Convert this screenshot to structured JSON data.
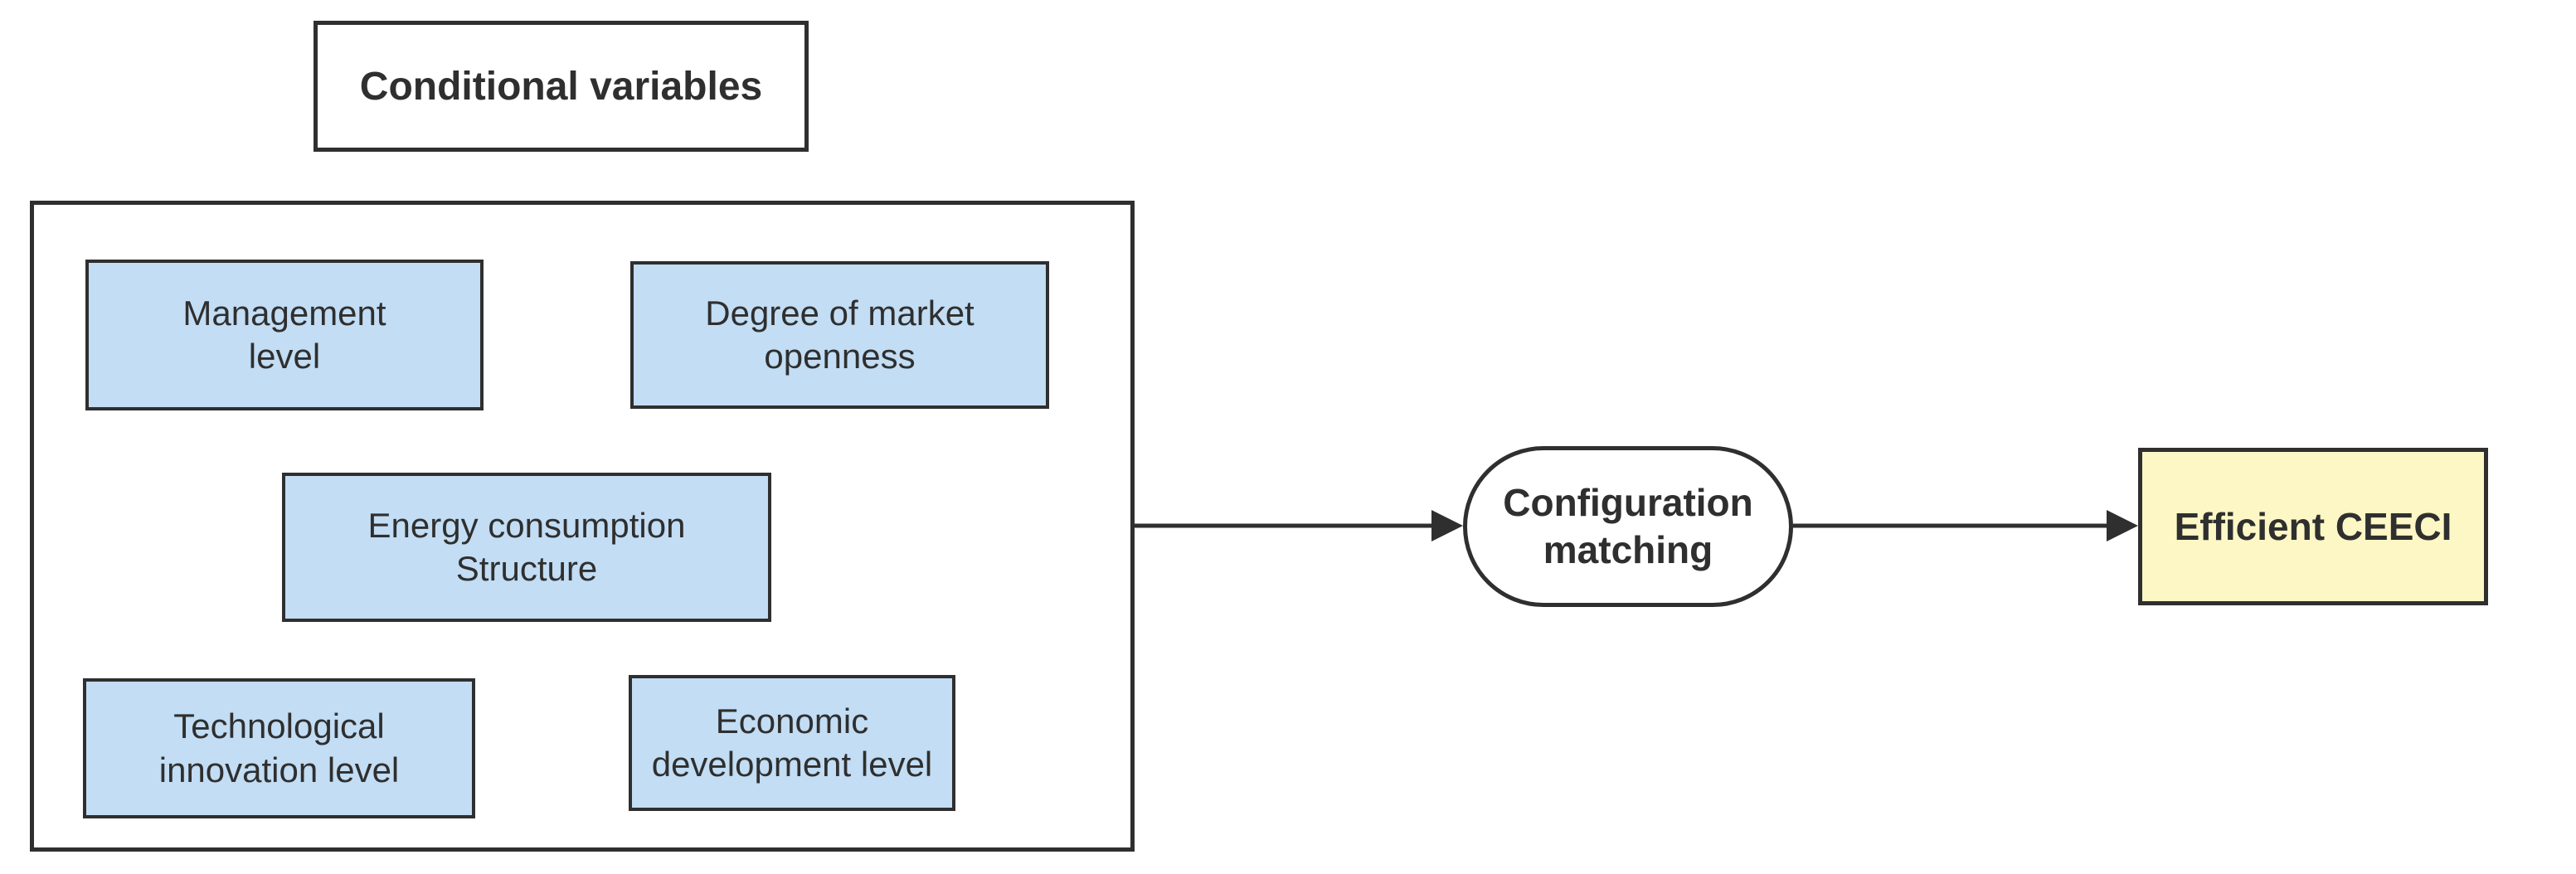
{
  "diagram": {
    "title": "Conditional variables",
    "conditional_variables": {
      "management": {
        "line1": "Management",
        "line2": "level"
      },
      "degree": {
        "line1": "Degree of market",
        "line2": "openness"
      },
      "energy": {
        "line1": "Energy consumption",
        "line2": "Structure"
      },
      "tech": {
        "line1": "Technological",
        "line2": "innovation level"
      },
      "economic": {
        "line1": "Economic",
        "line2": "development level"
      }
    },
    "process": {
      "line1": "Configuration",
      "line2": "matching"
    },
    "outcome": {
      "label": "Efficient CEECI"
    },
    "colors": {
      "condition_fill": "#c2ddf4",
      "outcome_fill": "#fcf7c5",
      "process_fill": "#ffffff",
      "line_color": "#2f2f2f",
      "background": "#ffffff"
    }
  }
}
